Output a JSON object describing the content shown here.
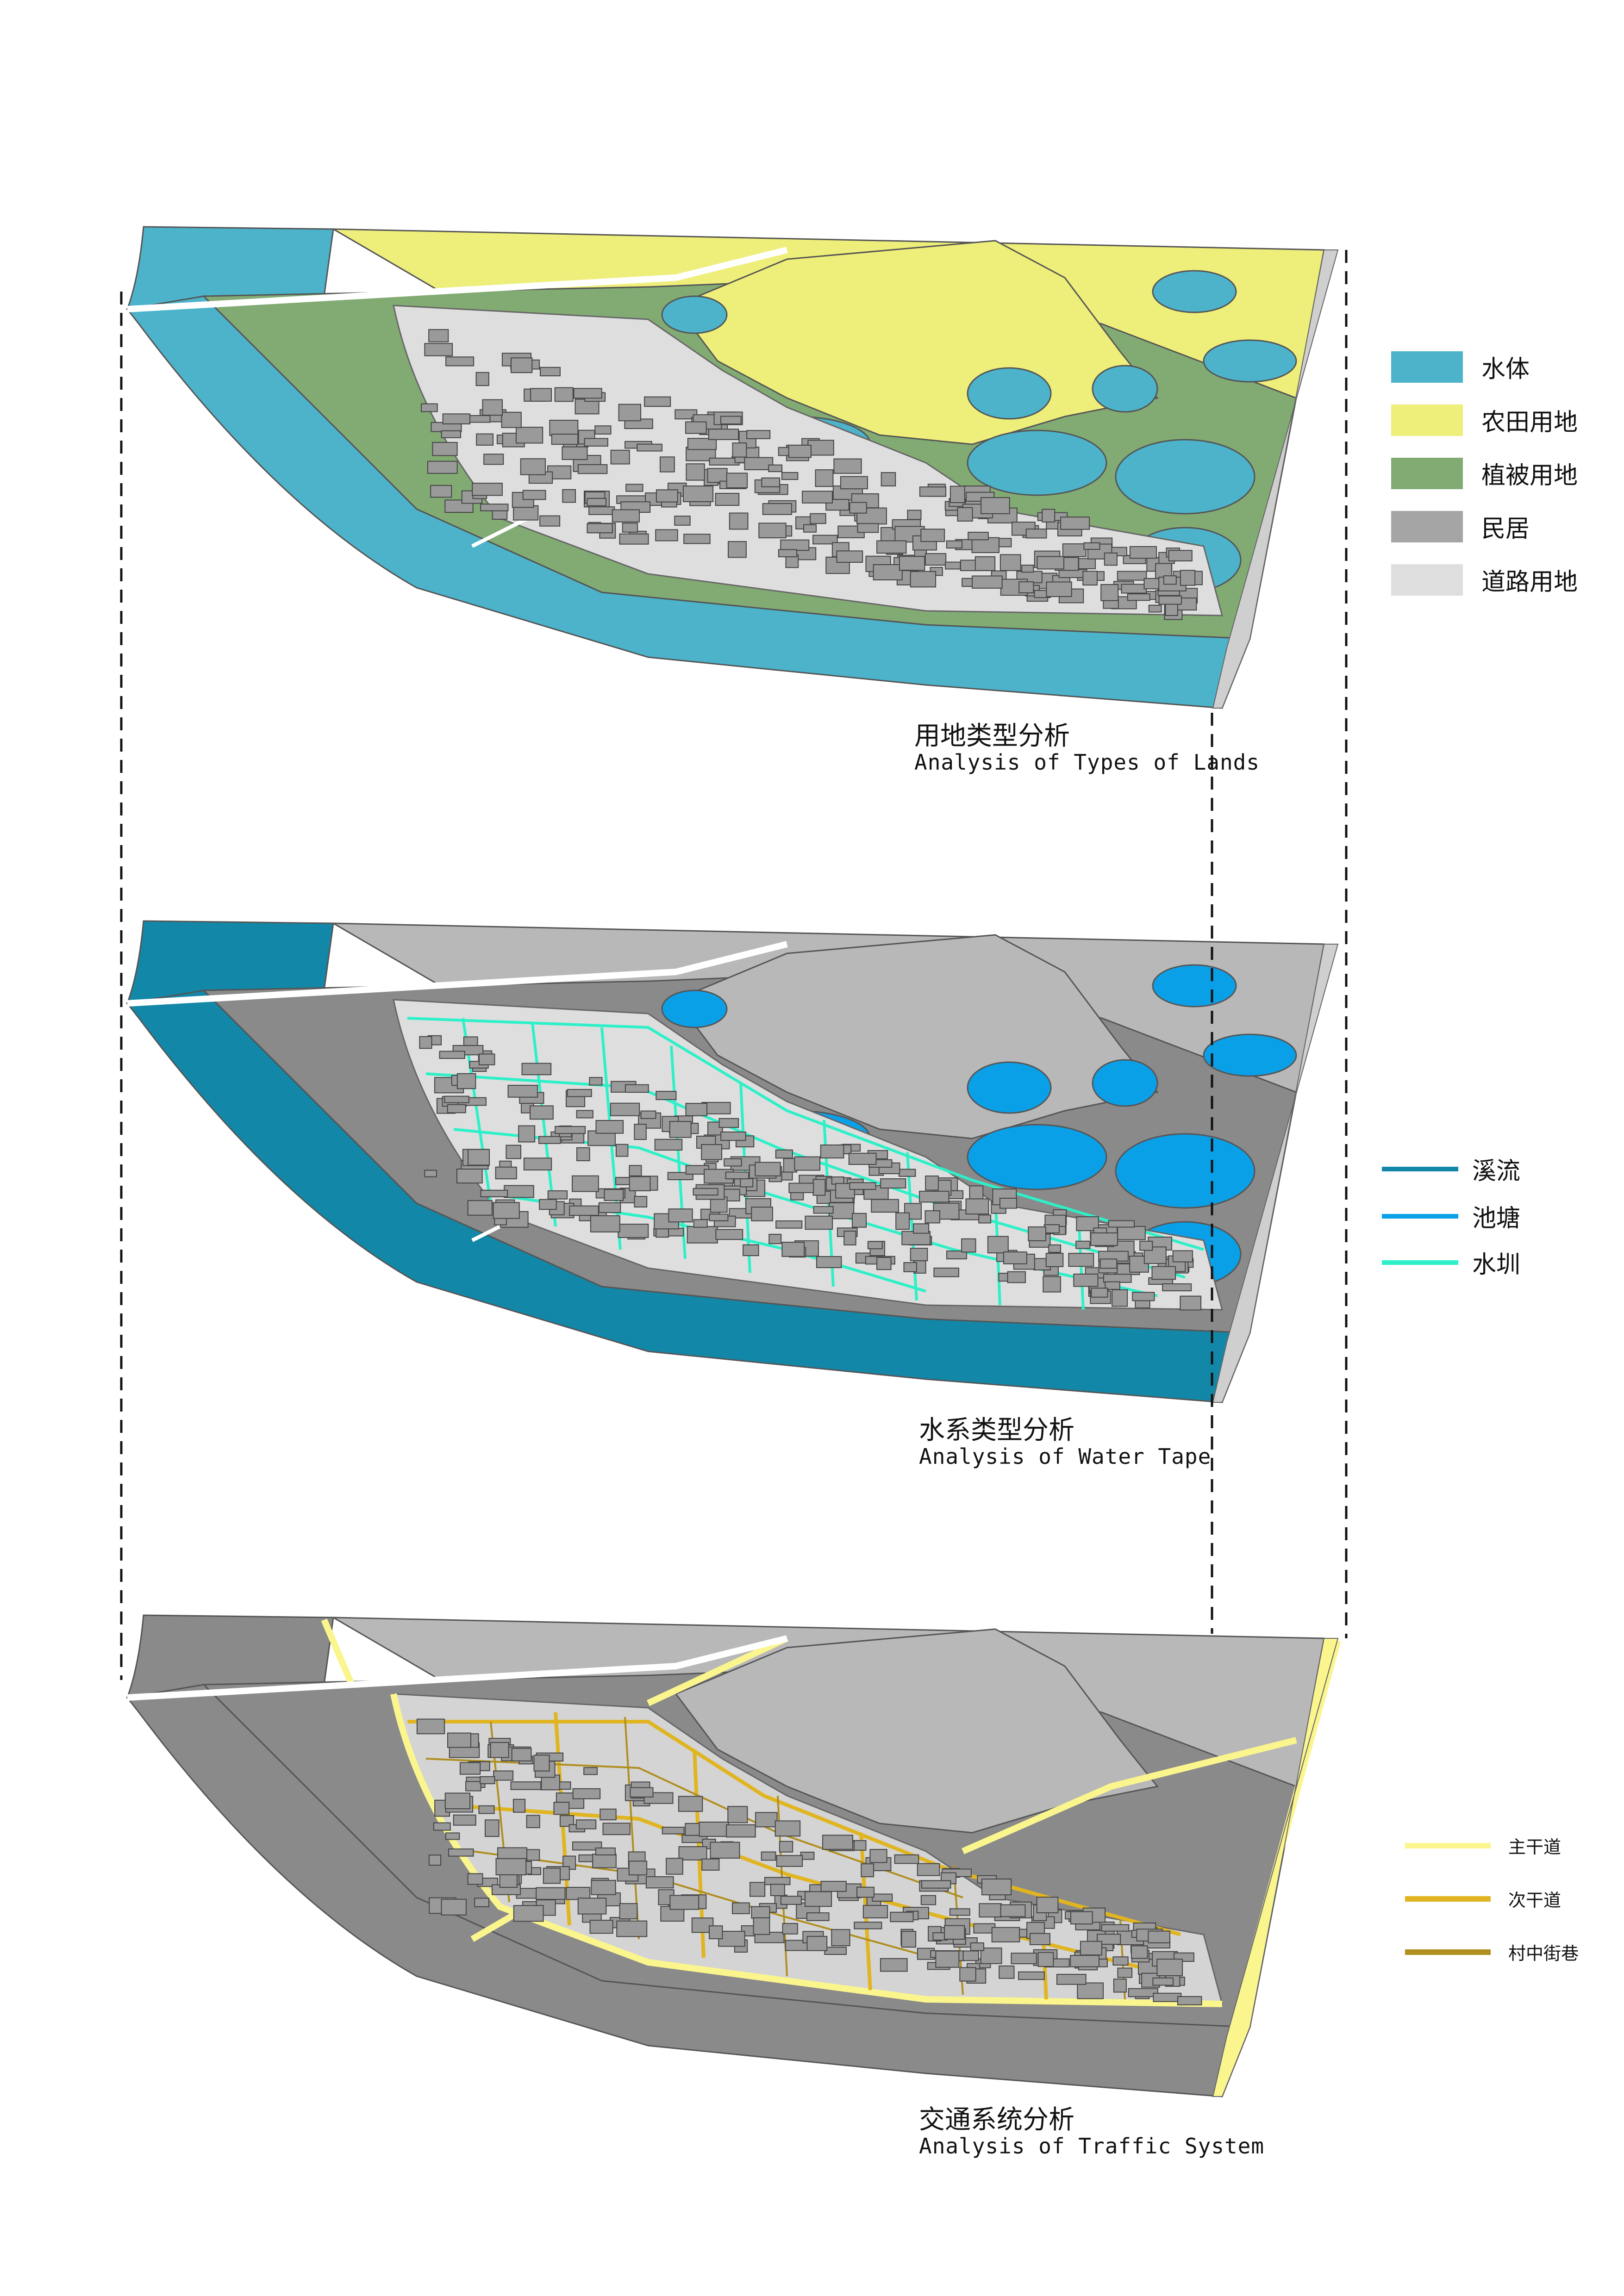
{
  "panels": [
    {
      "id": "land",
      "caption_zh": "用地类型分析",
      "caption_en": "Analysis of Types of Lands",
      "legend": [
        {
          "label": "水体",
          "color": "#4cb3cb"
        },
        {
          "label": "农田用地",
          "color": "#eeee7a"
        },
        {
          "label": "植被用地",
          "color": "#82ab74"
        },
        {
          "label": "民居",
          "color": "#a5a5a5"
        },
        {
          "label": "道路用地",
          "color": "#dedede"
        }
      ]
    },
    {
      "id": "water",
      "caption_zh": "水系类型分析",
      "caption_en": "Analysis of Water Tape",
      "legend": [
        {
          "label": "溪流",
          "color": "#1387a8"
        },
        {
          "label": "池塘",
          "color": "#0aa0e8"
        },
        {
          "label": "水圳",
          "color": "#2ef0c8"
        }
      ]
    },
    {
      "id": "traffic",
      "caption_zh": "交通系统分析",
      "caption_en": "Analysis of Traffic System",
      "legend": [
        {
          "label": "主干道",
          "color": "#fbf58e"
        },
        {
          "label": "次干道",
          "color": "#e0b521"
        },
        {
          "label": "村中街巷",
          "color": "#b08e1f"
        }
      ]
    }
  ]
}
